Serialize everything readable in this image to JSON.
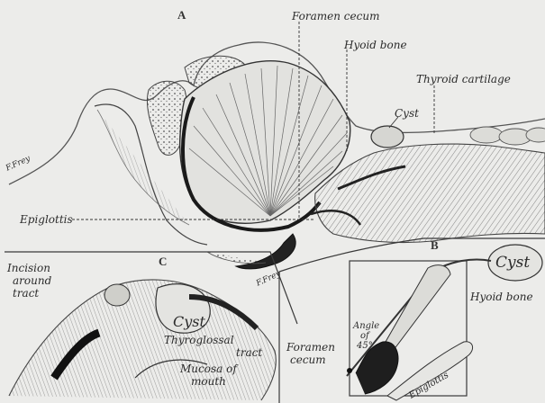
{
  "panels": {
    "a": "A",
    "b": "B",
    "c": "C"
  },
  "labels": {
    "foramen_cecum": "Foramen cecum",
    "hyoid_bone": "Hyoid bone",
    "thyroid_cartilage": "Thyroid cartilage",
    "cyst": "Cyst",
    "epiglottis": "Epiglottis"
  },
  "panel_c": {
    "incision_line1": "Incision",
    "incision_line2": "around",
    "incision_line3": "tract",
    "cyst": "Cyst",
    "thyroglossal_line1": "Thyroglossal",
    "thyroglossal_line2": "tract",
    "mucosa_line1": "Mucosa of",
    "mucosa_line2": "mouth"
  },
  "panel_b": {
    "cyst": "Cyst",
    "hyoid_bone": "Hyoid bone",
    "angle_line1": "Angle",
    "angle_line2": "of",
    "angle_line3": "45°",
    "foramen_line1": "Foramen",
    "foramen_line2": "cecum",
    "epiglottis": "Epiglottis"
  },
  "signatures": [
    "F.Frey",
    "F.Frey"
  ]
}
